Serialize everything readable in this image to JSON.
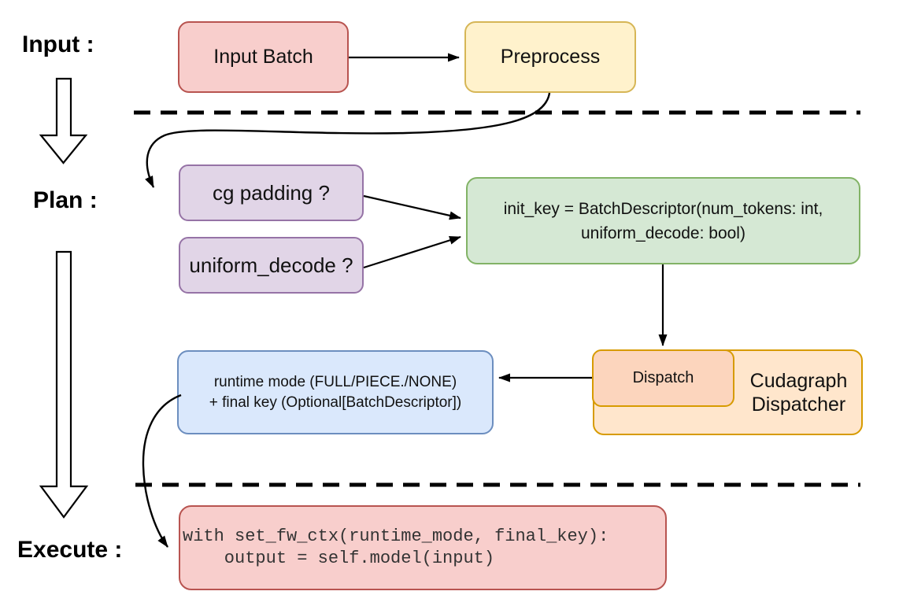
{
  "stage_labels": {
    "input": "Input :",
    "plan": "Plan :",
    "execute": "Execute :"
  },
  "nodes": {
    "input_batch": {
      "label": "Input Batch",
      "fill": "#f8cecc",
      "stroke": "#b85450"
    },
    "preprocess": {
      "label": "Preprocess",
      "fill": "#fff2cc",
      "stroke": "#d6b656"
    },
    "cg_padding": {
      "label": "cg padding ?",
      "fill": "#e1d5e7",
      "stroke": "#9673a6"
    },
    "uniform_decode": {
      "label": "uniform_decode ?",
      "fill": "#e1d5e7",
      "stroke": "#9673a6"
    },
    "init_key": {
      "label": "init_key = BatchDescriptor(num_tokens: int,\nuniform_decode: bool)",
      "fill": "#d5e8d4",
      "stroke": "#82b366"
    },
    "dispatch": {
      "label": "Dispatch",
      "fill": "#fcd5bd",
      "stroke": "#d79b00"
    },
    "cudagraph_dispatcher": {
      "label": "Cudagraph\nDispatcher",
      "fill": "#ffe6cc",
      "stroke": "#d79b00"
    },
    "runtime_result": {
      "label": "runtime mode (FULL/PIECE./NONE)\n+ final key (Optional[BatchDescriptor])",
      "fill": "#dae8fc",
      "stroke": "#6c8ebf"
    },
    "execute_code": {
      "label": "with set_fw_ctx(runtime_mode, final_key):\n    output = self.model(input)",
      "fill": "#f8cecc",
      "stroke": "#b85450"
    }
  },
  "connectors": {
    "color": "#000000",
    "divider_style": "dashed"
  }
}
